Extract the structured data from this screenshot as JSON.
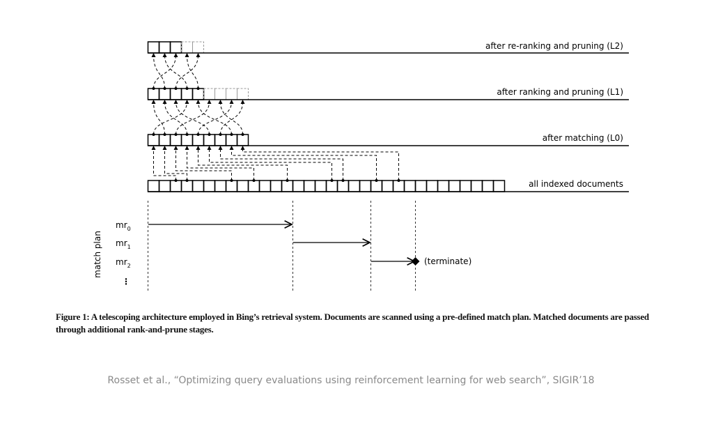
{
  "stages": {
    "l2_label": "after re-ranking and pruning (L2)",
    "l1_label": "after ranking and pruning (L1)",
    "l0_label": "after matching (L0)",
    "all_label": "all indexed documents"
  },
  "counts": {
    "all_docs": 32,
    "l0": 9,
    "l1_kept": 5,
    "l1_pruned": 4,
    "l2_kept": 3,
    "l2_pruned": 2
  },
  "matched_doc_indices": [
    2,
    3,
    7,
    9,
    12,
    16,
    17,
    20,
    22
  ],
  "match_plan": {
    "axis_label": "match plan",
    "rules": [
      {
        "name": "mr",
        "sub": "0"
      },
      {
        "name": "mr",
        "sub": "1"
      },
      {
        "name": "mr",
        "sub": "2"
      }
    ],
    "ellipsis": "⋮",
    "terminate_label": "(terminate)"
  },
  "caption": "Figure 1: A telescoping architecture employed in Bing’s retrieval system. Documents are scanned using a pre-defined match plan. Matched documents are passed through additional rank-and-prune stages.",
  "citation": "Rosset et al., “Optimizing query evaluations using reinforcement learning for web search”, SIGIR’18"
}
